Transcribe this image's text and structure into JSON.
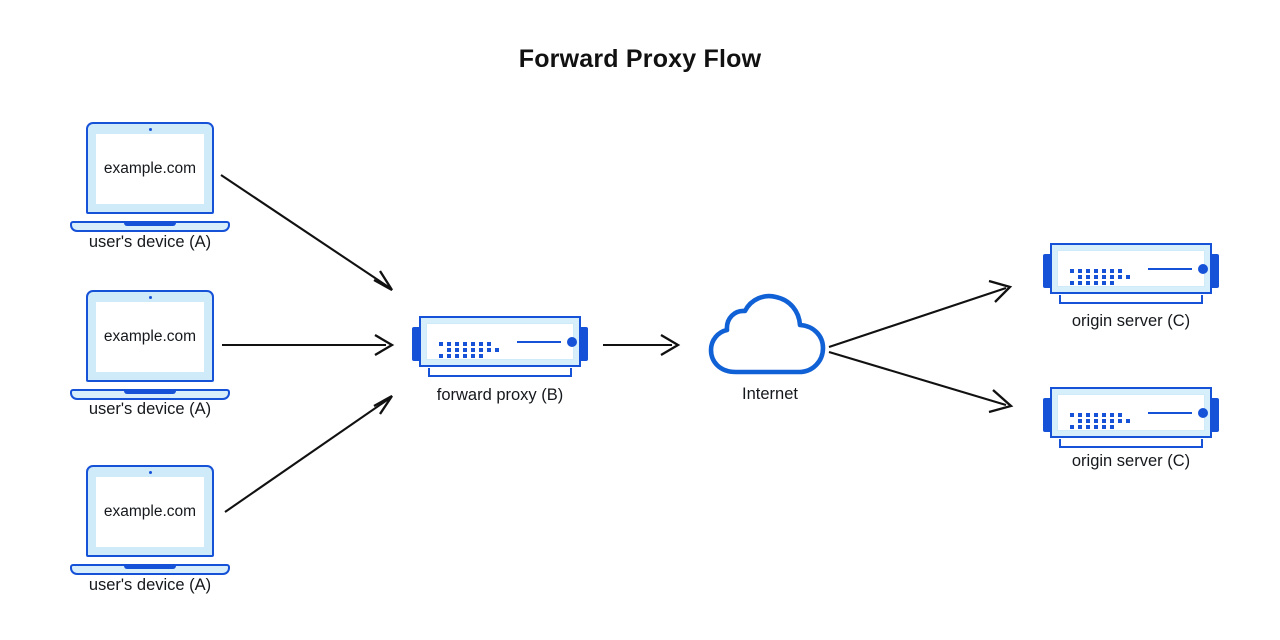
{
  "diagram": {
    "title": "Forward Proxy Flow",
    "background": "#ffffff",
    "accent_blue": "#1652d8",
    "light_blue": "#cfeaf8",
    "arrow_color": "#111111",
    "nodes": {
      "client_top": {
        "label": "user's device (A)",
        "screen_text": "example.com",
        "icon": "laptop-icon"
      },
      "client_middle": {
        "label": "user's device (A)",
        "screen_text": "example.com",
        "icon": "laptop-icon"
      },
      "client_bottom": {
        "label": "user's device (A)",
        "screen_text": "example.com",
        "icon": "laptop-icon"
      },
      "proxy": {
        "label": "forward proxy (B)",
        "icon": "server-icon"
      },
      "internet": {
        "label": "Internet",
        "icon": "cloud-icon"
      },
      "origin_top": {
        "label": "origin server (C)",
        "icon": "server-icon"
      },
      "origin_bottom": {
        "label": "origin server (C)",
        "icon": "server-icon"
      }
    },
    "edges": [
      {
        "name": "client-top-to-proxy",
        "from": "client_top",
        "to": "proxy"
      },
      {
        "name": "client-middle-to-proxy",
        "from": "client_middle",
        "to": "proxy"
      },
      {
        "name": "client-bottom-to-proxy",
        "from": "client_bottom",
        "to": "proxy"
      },
      {
        "name": "proxy-to-internet",
        "from": "proxy",
        "to": "internet"
      },
      {
        "name": "internet-to-origin-top",
        "from": "internet",
        "to": "origin_top"
      },
      {
        "name": "internet-to-origin-bottom",
        "from": "internet",
        "to": "origin_bottom"
      }
    ]
  }
}
